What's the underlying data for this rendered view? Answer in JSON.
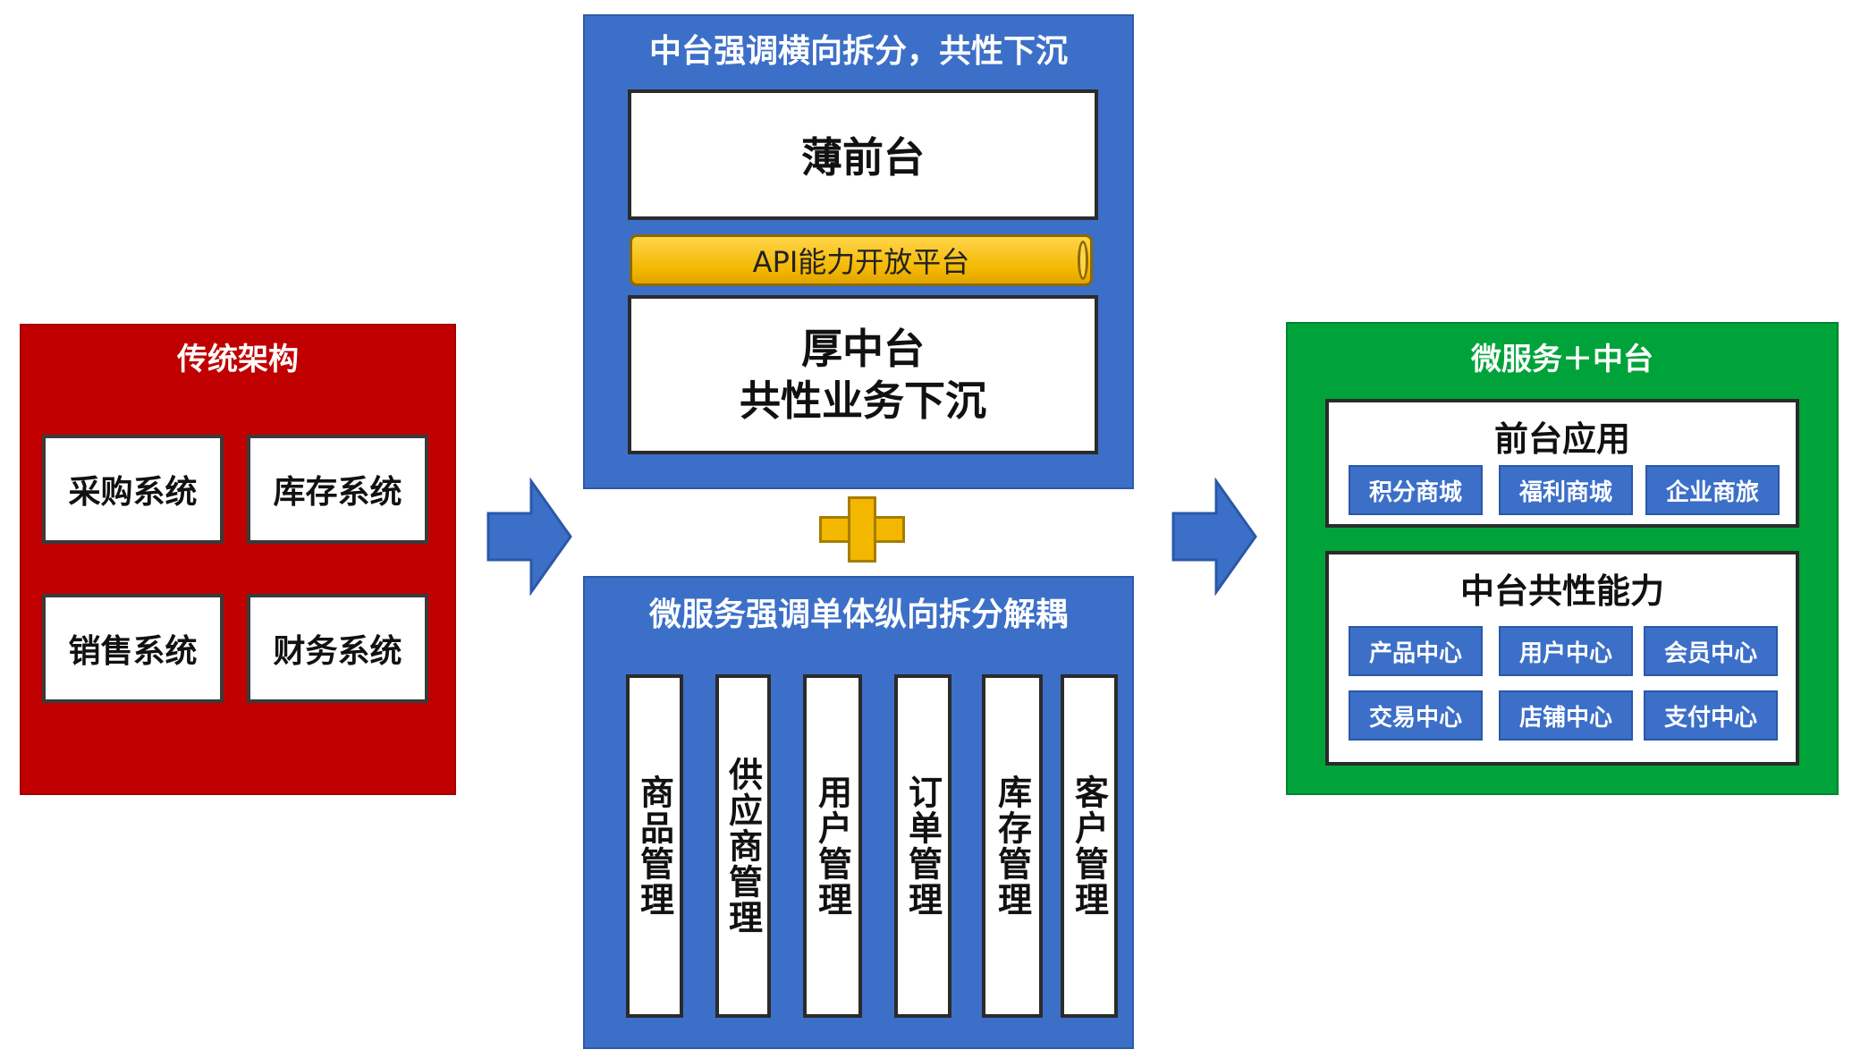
{
  "traditional": {
    "title": "传统架构",
    "systems": [
      "采购系统",
      "库存系统",
      "销售系统",
      "财务系统"
    ]
  },
  "middle_platform": {
    "title": "中台强调横向拆分，共性下沉",
    "thin_front": "薄前台",
    "api_platform": "API能力开放平台",
    "thick_middle_line1": "厚中台",
    "thick_middle_line2": "共性业务下沉"
  },
  "microservices": {
    "title": "微服务强调单体纵向拆分解耦",
    "modules": [
      "商品管理",
      "供应商管理",
      "用户管理",
      "订单管理",
      "库存管理",
      "客户管理"
    ]
  },
  "combined": {
    "title": "微服务＋中台",
    "front_apps_title": "前台应用",
    "front_apps": [
      "积分商城",
      "福利商城",
      "企业商旅"
    ],
    "capabilities_title": "中台共性能力",
    "capabilities": [
      "产品中心",
      "用户中心",
      "会员中心",
      "交易中心",
      "店铺中心",
      "支付中心"
    ]
  },
  "colors": {
    "red_panel": "#c00000",
    "blue_panel": "#3c6fc8",
    "green_panel": "#00a33a",
    "api_bar": "#f3b700",
    "plus": "#f3b700"
  }
}
